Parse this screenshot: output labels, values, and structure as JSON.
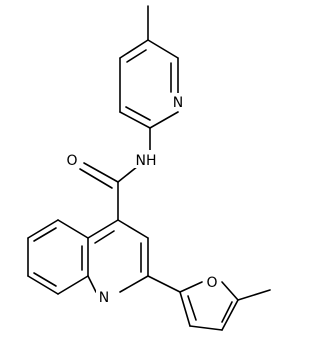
{
  "molecule": {
    "atom_labels": {
      "n_pyridine": "N",
      "nh_amide": "NH",
      "o_carbonyl": "O",
      "n_quinoline": "N",
      "o_furan": "O"
    }
  },
  "colors": {
    "bond": "#000000",
    "background": "#ffffff"
  }
}
